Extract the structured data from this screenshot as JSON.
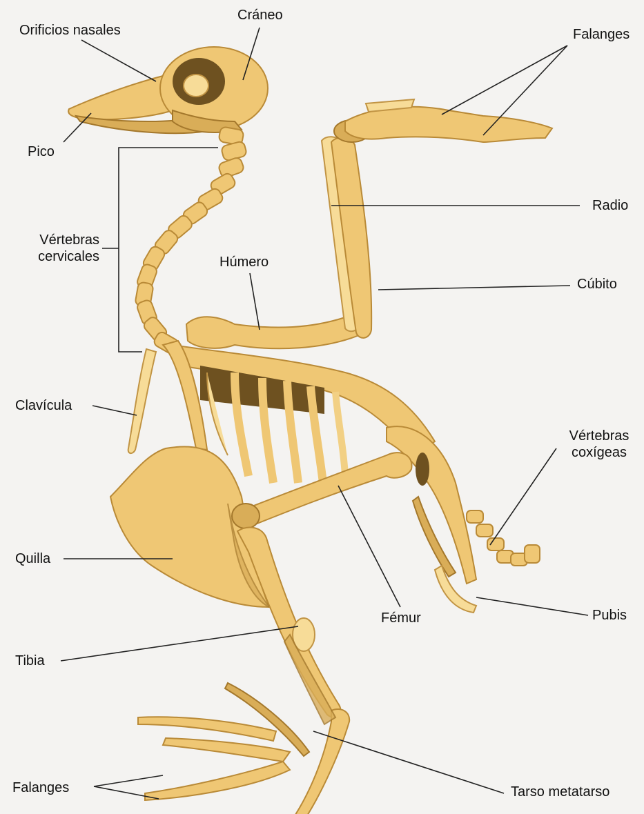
{
  "labels": {
    "orificios_nasales": "Orificios nasales",
    "craneo": "Cráneo",
    "falanges_ala": "Falanges",
    "pico": "Pico",
    "vertebras_cervicales_1": "Vértebras",
    "vertebras_cervicales_2": "cervicales",
    "humero": "Húmero",
    "radio": "Radio",
    "cubito": "Cúbito",
    "clavicula": "Clavícula",
    "vertebras_coxigeas_1": "Vértebras",
    "vertebras_coxigeas_2": "coxígeas",
    "quilla": "Quilla",
    "femur": "Fémur",
    "pubis": "Pubis",
    "tibia": "Tibia",
    "falanges_pata": "Falanges",
    "tarso_metatarso": "Tarso metatarso"
  },
  "colors": {
    "bone": "#efc774",
    "bone_outline": "#b98a37",
    "background": "#f4f3f1"
  }
}
